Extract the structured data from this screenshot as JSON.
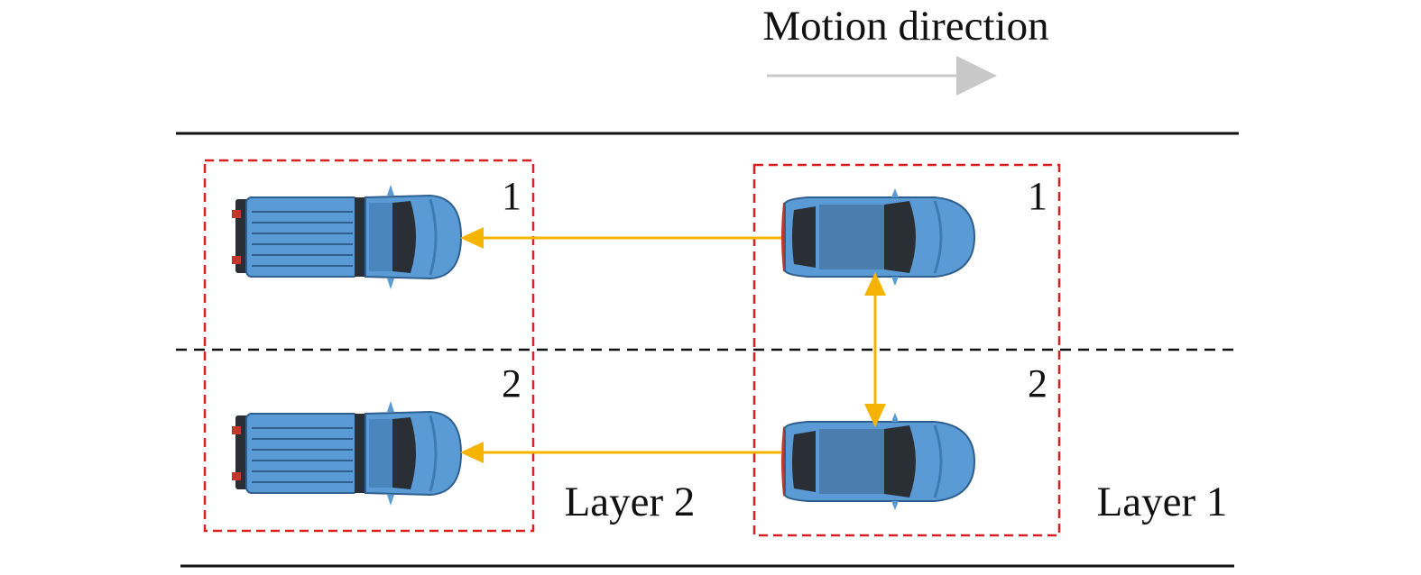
{
  "diagram": {
    "motion_label": "Motion direction",
    "layers": [
      {
        "label": "Layer 1",
        "lane_numbers": [
          "1",
          "2"
        ]
      },
      {
        "label": "Layer 2",
        "lane_numbers": [
          "1",
          "2"
        ]
      }
    ]
  },
  "colors": {
    "box_border": "#d7201f",
    "arrow": "#f5b400",
    "motion_arrow": "#c8c8c8",
    "road_line": "#111111",
    "vehicle_body": "#5b9bd5",
    "vehicle_dark": "#2a2f36"
  },
  "icons": {
    "motion_arrow": "arrow-right-icon",
    "vehicle_truck": "pickup-truck-icon",
    "vehicle_car": "sedan-car-icon"
  }
}
